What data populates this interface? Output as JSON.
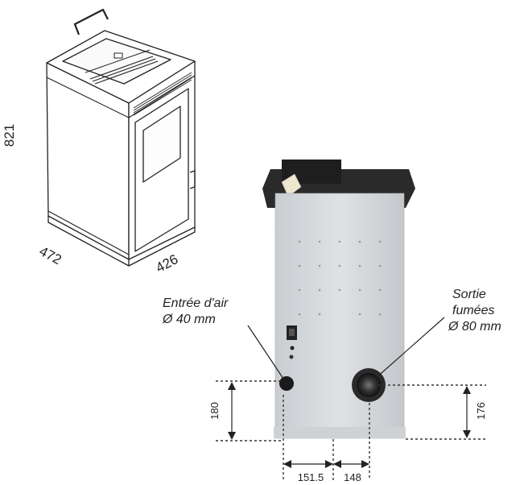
{
  "iso_view": {
    "dims": {
      "height": "821",
      "depth": "472",
      "width": "426"
    }
  },
  "rear_view": {
    "air_inlet": {
      "line1": "Entrée d'air",
      "line2": "Ø 40 mm"
    },
    "flue_outlet": {
      "line1": "Sortie",
      "line2": "fumées",
      "line3": "Ø 80 mm"
    },
    "dims": {
      "inlet_height": "180",
      "outlet_height": "176",
      "inlet_offset": "151.5",
      "spacing": "148"
    }
  }
}
